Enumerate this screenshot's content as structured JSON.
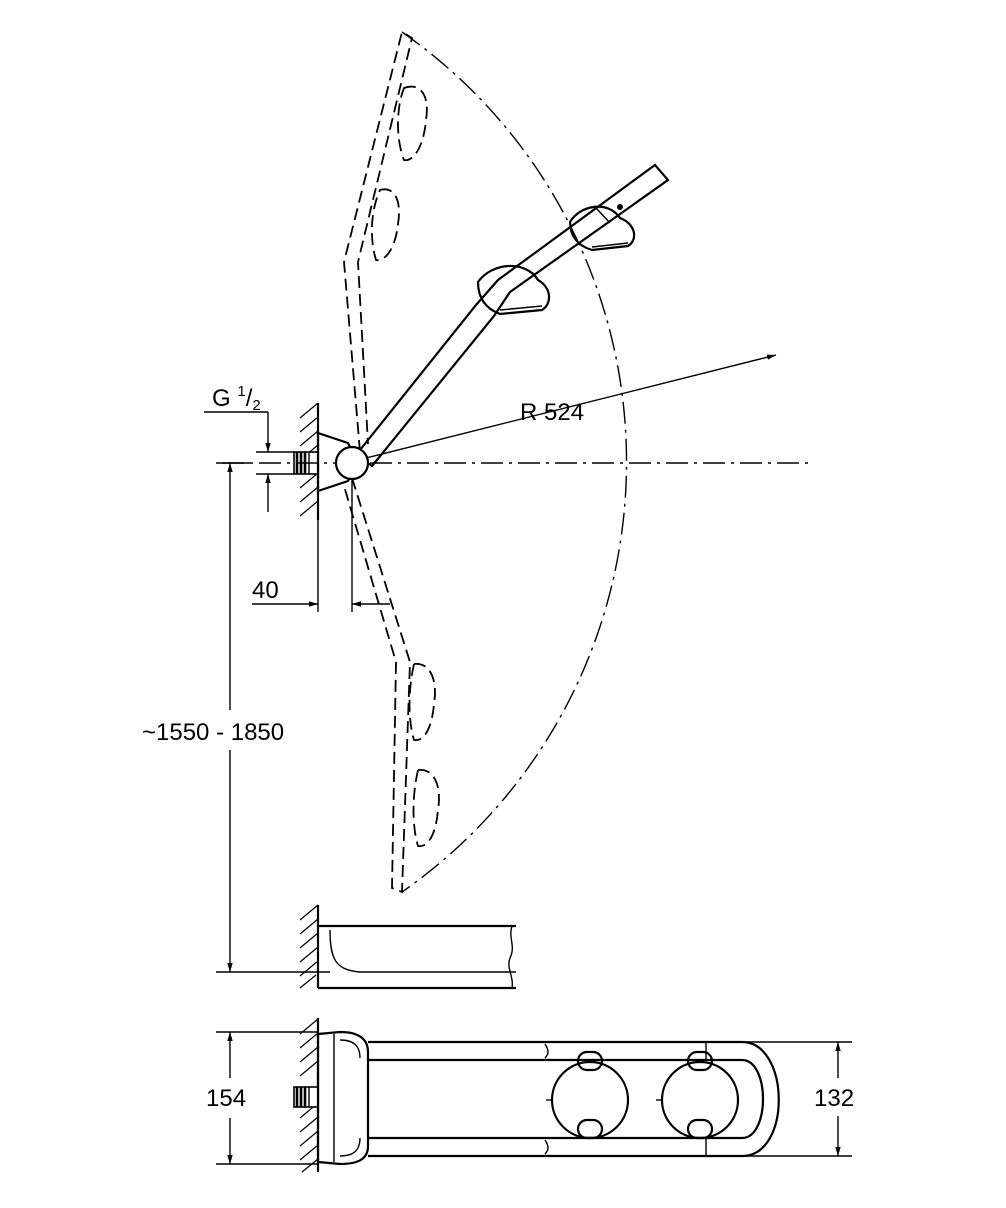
{
  "dimensions": {
    "thread": {
      "prefix": "G ",
      "numerator": "1",
      "slash": "/",
      "denominator": "2"
    },
    "radius": "R 524",
    "offset": "40",
    "height": "~1550 - 1850",
    "front_height": "154",
    "bar_width": "132"
  }
}
